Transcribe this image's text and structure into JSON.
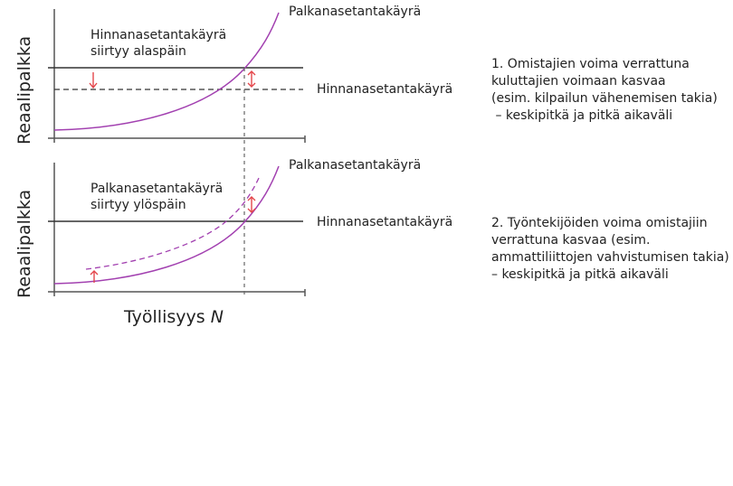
{
  "colors": {
    "curve": "#a240b0",
    "arrow": "#e4464b",
    "axis": "#555555",
    "line": "#333333",
    "text": "#222222"
  },
  "panel_top": {
    "ylabel": "Reaalipalkka",
    "curve_label": "Palkanasetantakäyrä",
    "line_label": "Hinnanasetantakäyrä",
    "annotation_line1": "Hinnanasetantakäyrä",
    "annotation_line2": "siirtyy alaspäin"
  },
  "panel_bottom": {
    "ylabel": "Reaalipalkka",
    "xlabel_text": "Työllisyys ",
    "xlabel_var": "N",
    "curve_label": "Palkanasetantakäyrä",
    "line_label": "Hinnanasetantakäyrä",
    "annotation_line1": "Palkanasetantakäyrä",
    "annotation_line2": "siirtyy ylöspäin"
  },
  "notes": [
    "1. Omistajien voima verrattuna\nkuluttajien voimaan kasvaa\n(esim. kilpailun vähenemisen takia)\n – keskipitkä ja pitkä aikaväli",
    "2. Työntekijöiden voima omistajiin\nverrattuna kasvaa (esim.\nammattiliittojen vahvistumisen takia)\n– keskipitkä ja pitkä aikaväli"
  ]
}
